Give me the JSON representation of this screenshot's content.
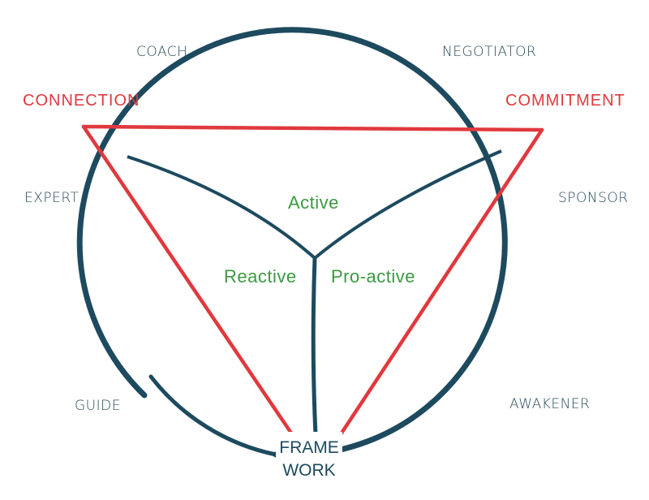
{
  "colors": {
    "circle": "#1d4a5e",
    "triangle": "#e0393e",
    "modes": "#3a9a3f"
  },
  "roles": {
    "coach": "COACH",
    "negotiator": "NEGOTIATOR",
    "expert": "EXPERT",
    "sponsor": "SPONSOR",
    "guide": "GUIDE",
    "awakener": "AWAKENER"
  },
  "corners": {
    "connection": "CONNECTION",
    "commitment": "COMMITMENT"
  },
  "modes": {
    "active": "Active",
    "reactive": "Reactive",
    "proactive": "Pro-active"
  },
  "framework": {
    "line1": "FRAME",
    "line2": "WORK"
  }
}
